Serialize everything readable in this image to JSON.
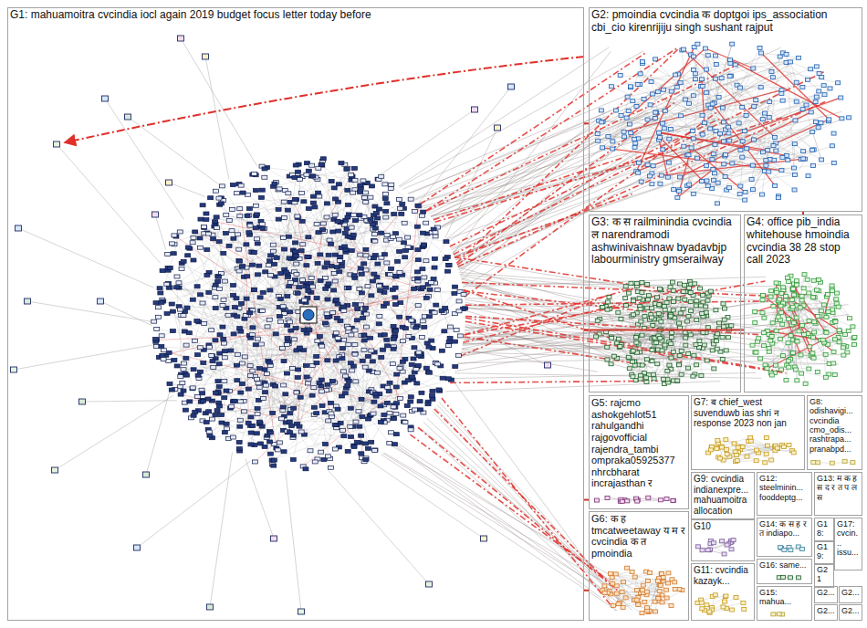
{
  "diagram": {
    "nodes": [
      {
        "text": [
          "G1: mahuamoitra cvcindia iocl again 2019 budget focus letter today before"
        ]
      },
      {
        "text": [
          "G2: pmoindia cvcindia क doptgoi ips_association cbi_cio kirenrijiju singh sushant rajput"
        ]
      },
      {
        "text": [
          "G3: क स railminindia cvcindia ल narendramodi ashwinivaishnaw byadavbjp labourministry gmserailway"
        ]
      },
      {
        "text": [
          "G4: office pib_india whitehouse hmoindia cvcindia 38 28 stop call 2023"
        ]
      },
      {
        "text": [
          "G5: rajcmo ashokgehlot51 rahulgandhi rajgovofficial rajendra_tambi ompraka05925377 nhrcbharat incrajasthan र"
        ]
      },
      {
        "text": [
          "G7: ब chief_west suvenduwb ias shri न response 2023 non jan"
        ]
      },
      {
        "text": [
          "G8: odishavigi... cvcindia cmo_odis... rashtrapa... pranabpd..."
        ]
      },
      {
        "text": [
          "G6: क ह tmcatweetaway य म र cvcindia क त pmoindia"
        ]
      },
      {
        "text": [
          "G9: cvcindia indianexpre... mahuamoitra allocation"
        ]
      },
      {
        "text": [
          "G12: steelminin... fooddeptg..."
        ]
      },
      {
        "text": [
          "G13: म क ह स द र त प ल स"
        ]
      },
      {
        "text": [
          "G10"
        ]
      },
      {
        "text": [
          "G14: क स ह र त indiapo..."
        ]
      },
      {
        "text": [
          "G18:"
        ]
      },
      {
        "text": [
          "G17: cvcin... issu..."
        ]
      },
      {
        "text": [
          "G19:"
        ]
      },
      {
        "text": [
          "G16: same..."
        ]
      },
      {
        "text": [
          "G21"
        ]
      },
      {
        "text": [
          "G2..."
        ]
      },
      {
        "text": [
          "G11: cvcindia kazayk..."
        ]
      },
      {
        "text": [
          "G15: mahua..."
        ]
      },
      {
        "text": [
          "G2..."
        ]
      },
      {
        "text": [
          "G2..."
        ]
      },
      {
        "text": [
          "G2..."
        ]
      }
    ],
    "edges": [
      {
        "from": 0,
        "to": 1,
        "arrow": "none"
      },
      {
        "from": 0,
        "to": 2,
        "arrow": "none"
      },
      {
        "from": 0,
        "to": 3,
        "arrow": "none"
      },
      {
        "from": 0,
        "to": 4,
        "arrow": "none"
      },
      {
        "from": 0,
        "to": 7,
        "arrow": "none"
      },
      {
        "from": 1,
        "to": 3,
        "arrow": "none"
      }
    ]
  }
}
